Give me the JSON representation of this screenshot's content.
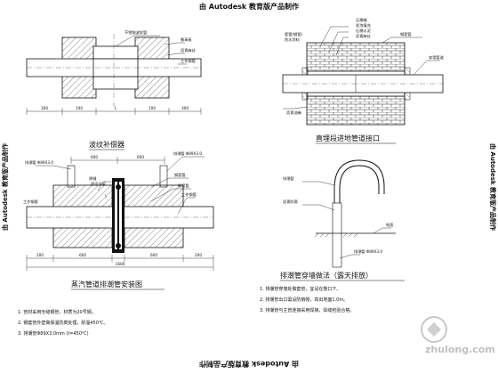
{
  "watermark": {
    "top": "由 Autodesk 教育版产品制作",
    "bottom": "由 Autodesk 教育版产品制作",
    "left": "由 Autodesk 教育版产品制作",
    "right": "由 Autodesk 教育版产品制作"
  },
  "fig1": {
    "labels": [
      "不锈钢波纹管",
      "聚苯板",
      "沥青麻丝",
      "工作钢管"
    ],
    "dims": [
      "300",
      "100",
      "L",
      "100",
      "300"
    ]
  },
  "fig2": {
    "labels": [
      "石棉绳",
      "发泡填充",
      "石棉水泥",
      "沥青麻丝",
      "套管(钢管)",
      "防水涂料"
    ],
    "labels_right": [
      "钢套管",
      "穿墙管道"
    ],
    "bottom_label": "沥青油麻",
    "caption": "直埋段进地管道接口"
  },
  "fig3": {
    "title": "波纹补偿器",
    "labels": [
      "排潮管 Φ89X3.0",
      "排潮管 Φ89X3.0",
      "焊缝",
      "固定支架",
      "钢套管",
      "钢套管",
      "工作钢管",
      "工作钢管"
    ],
    "top_dims": [
      "600",
      "600"
    ],
    "bottom_dims": [
      "200",
      "600",
      "1600",
      "600",
      "200"
    ],
    "caption": "蒸汽管道排潮管安装图"
  },
  "fig4": {
    "labels": [
      "排潮管",
      "沥青防腐",
      "地面",
      "排潮管 Φ89X3.0"
    ],
    "caption": "排潮管穿墙做法（露天排放）"
  },
  "notes_left": [
    "1. 管材采用无缝钢管，材质为20号钢。",
    "2. 钢套管外壁做保温防腐处理，耐温450℃。",
    "3. 排潮管Φ89X3.0mm (t=450℃)"
  ],
  "notes_right": [
    "1. 排潮管穿墙处做套管，宜设在檐口下。",
    "2. 排潮管出口需设防雨帽，高出地面1.0m。",
    "3. 排潮管与主管连接采用焊接，焊缝检验合格。"
  ],
  "logo": {
    "text": "zhulong.com"
  }
}
